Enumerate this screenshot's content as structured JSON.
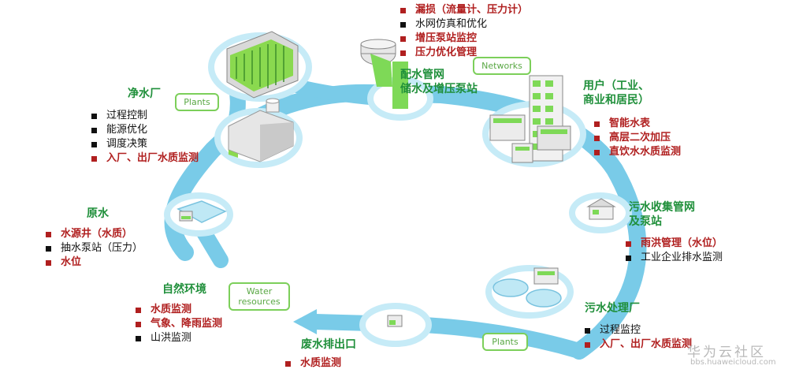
{
  "colors": {
    "ring": "#79cbe8",
    "ring_light": "#c6ebf7",
    "heading_green": "#1f8f3a",
    "tag_green": "#7ccf5a",
    "bullet_red": "#b01f1f",
    "bullet_black": "#111111"
  },
  "tags": {
    "plants_top": "Plants",
    "networks": "Networks",
    "water_resources_line1": "Water",
    "water_resources_line2": "resources",
    "plants_bottom": "Plants"
  },
  "top": {
    "items": [
      {
        "text": "漏损（流量计、压力计）",
        "style": "red"
      },
      {
        "text": "水网仿真和优化",
        "style": "black"
      },
      {
        "text": "增压泵站监控",
        "style": "red"
      },
      {
        "text": "压力优化管理",
        "style": "red"
      }
    ]
  },
  "distribution": {
    "heading_line1": "配水管网",
    "heading_line2": "储水及增压泵站"
  },
  "water_plant": {
    "heading": "净水厂",
    "items": [
      {
        "text": "过程控制",
        "style": "black"
      },
      {
        "text": "能源优化",
        "style": "black"
      },
      {
        "text": "调度决策",
        "style": "black"
      },
      {
        "text": "入厂、出厂水质监测",
        "style": "red"
      }
    ]
  },
  "users": {
    "heading_line1": "用户（工业、",
    "heading_line2": "商业和居民）",
    "items": [
      {
        "text": "智能水表",
        "style": "red"
      },
      {
        "text": "高层二次加压",
        "style": "red"
      },
      {
        "text": "直饮水水质监测",
        "style": "red"
      }
    ]
  },
  "raw_water": {
    "heading": "原水",
    "items": [
      {
        "text": "水源井（水质）",
        "style": "red"
      },
      {
        "text": "抽水泵站（压力）",
        "style": "black"
      },
      {
        "text": "水位",
        "style": "red"
      }
    ]
  },
  "sewage_network": {
    "heading_line1": "污水收集管网",
    "heading_line2": "及泵站",
    "items": [
      {
        "text": "雨洪管理（水位）",
        "style": "red"
      },
      {
        "text": "工业企业排水监测",
        "style": "black"
      }
    ]
  },
  "natural_env": {
    "heading": "自然环境",
    "items": [
      {
        "text": "水质监测",
        "style": "red"
      },
      {
        "text": "气象、降雨监测",
        "style": "red"
      },
      {
        "text": "山洪监测",
        "style": "black"
      }
    ]
  },
  "outfall": {
    "heading": "废水排出口",
    "items": [
      {
        "text": "水质监测",
        "style": "red"
      }
    ]
  },
  "sewage_plant": {
    "heading": "污水处理厂",
    "items": [
      {
        "text": "过程监控",
        "style": "black"
      },
      {
        "text": "入厂、出厂水质监测",
        "style": "red"
      }
    ]
  },
  "watermark": {
    "line1": "华为云社区",
    "line2": "bbs.huaweicloud.com"
  }
}
